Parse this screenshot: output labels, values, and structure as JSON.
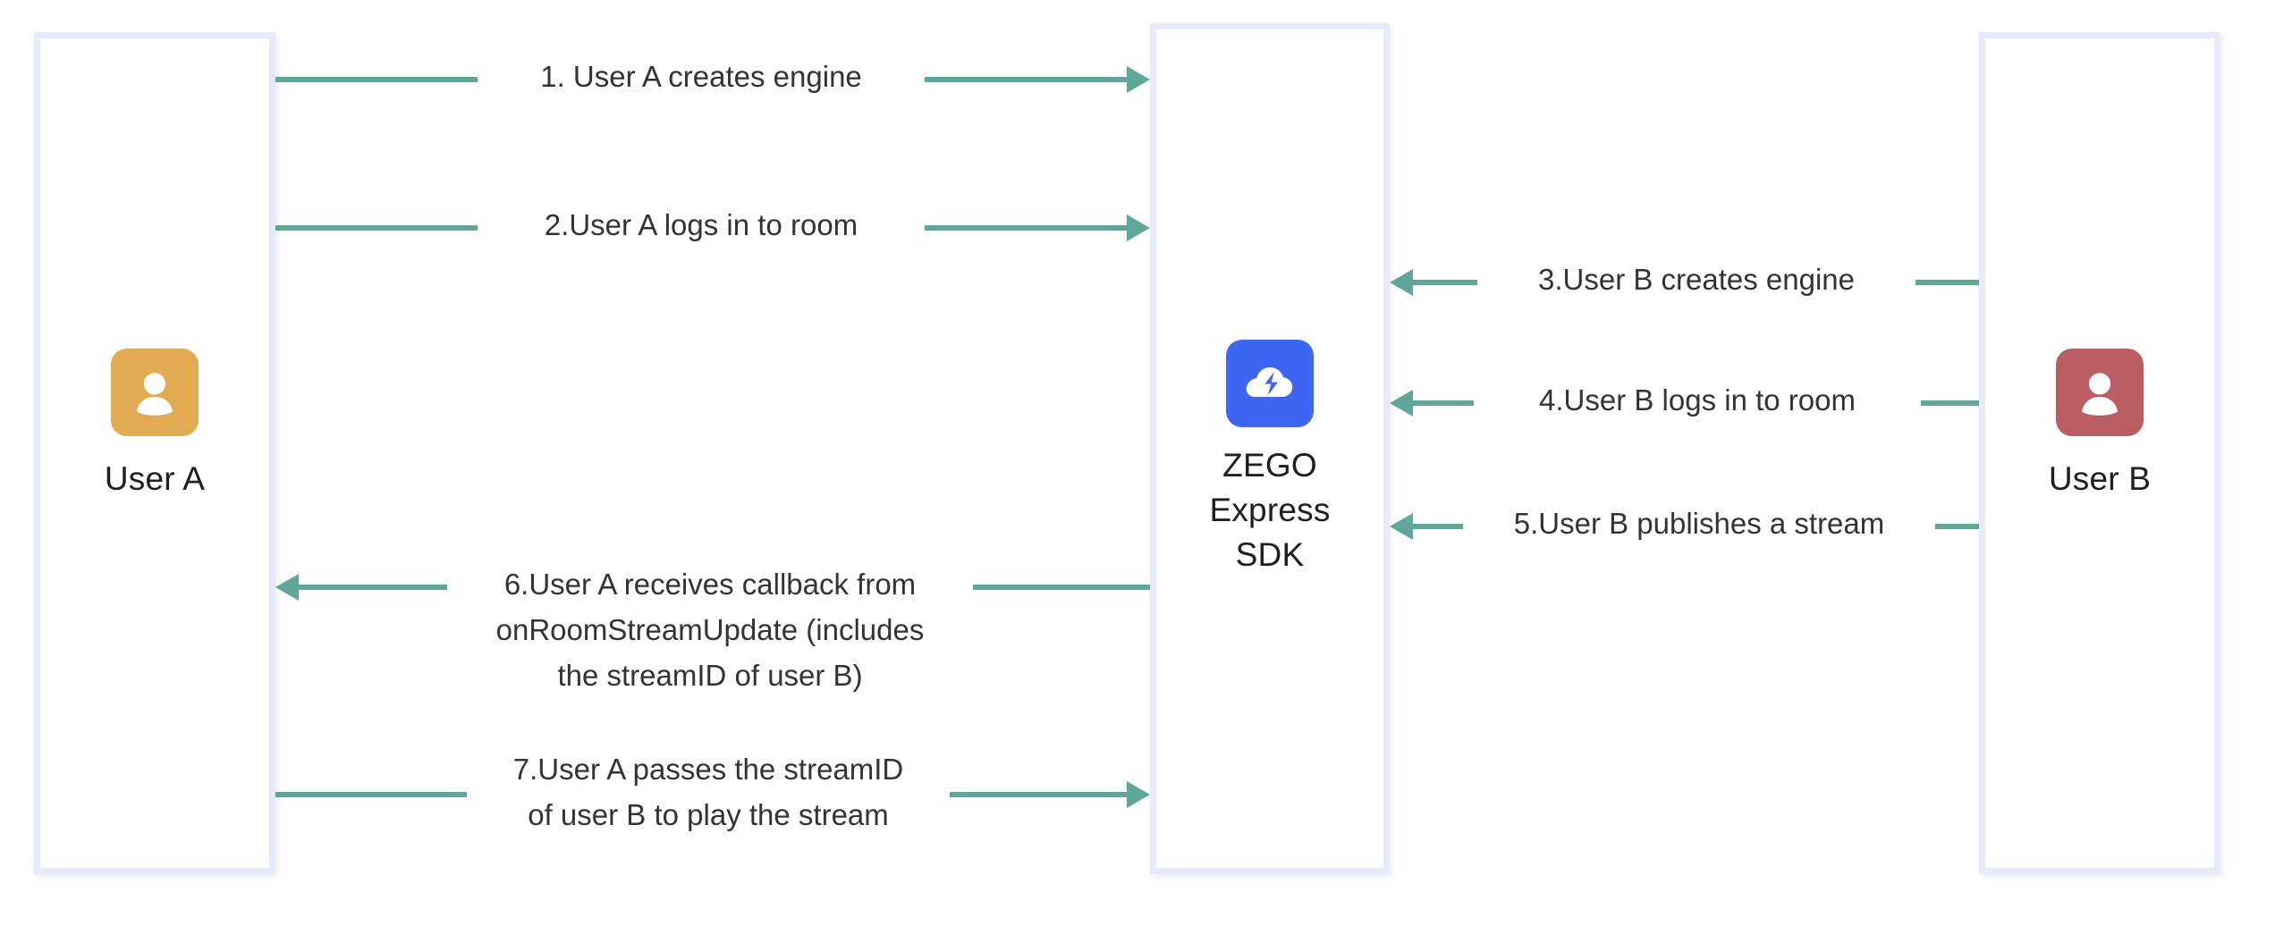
{
  "diagram": {
    "type": "sequence-diagram",
    "background": "#ffffff",
    "arrow_color": "#5fa79a",
    "lifeline_border_color": "#e6eafa",
    "actors": [
      {
        "id": "user-a",
        "label": "User A",
        "avatar_icon": "person-icon",
        "avatar_color": "#e2ab51"
      },
      {
        "id": "zego-sdk",
        "label": "ZEGO\nExpress\nSDK",
        "avatar_icon": "cloud-bolt-icon",
        "avatar_color": "#3d66f2"
      },
      {
        "id": "user-b",
        "label": "User B",
        "avatar_icon": "person-icon",
        "avatar_color": "#b95f63"
      }
    ],
    "messages": [
      {
        "step": 1,
        "text": "1. User A creates engine",
        "from": "user-a",
        "to": "zego-sdk",
        "direction": "right"
      },
      {
        "step": 2,
        "text": "2.User A logs in to room",
        "from": "user-a",
        "to": "zego-sdk",
        "direction": "right"
      },
      {
        "step": 3,
        "text": "3.User B creates engine",
        "from": "user-b",
        "to": "zego-sdk",
        "direction": "left"
      },
      {
        "step": 4,
        "text": "4.User B logs in to room",
        "from": "user-b",
        "to": "zego-sdk",
        "direction": "left"
      },
      {
        "step": 5,
        "text": "5.User B publishes a stream",
        "from": "user-b",
        "to": "zego-sdk",
        "direction": "left"
      },
      {
        "step": 6,
        "text": "6.User A receives callback from\nonRoomStreamUpdate (includes\nthe streamID of user B)",
        "from": "zego-sdk",
        "to": "user-a",
        "direction": "left"
      },
      {
        "step": 7,
        "text": "7.User A passes the streamID\nof user B to play the stream",
        "from": "user-a",
        "to": "zego-sdk",
        "direction": "right"
      }
    ]
  }
}
